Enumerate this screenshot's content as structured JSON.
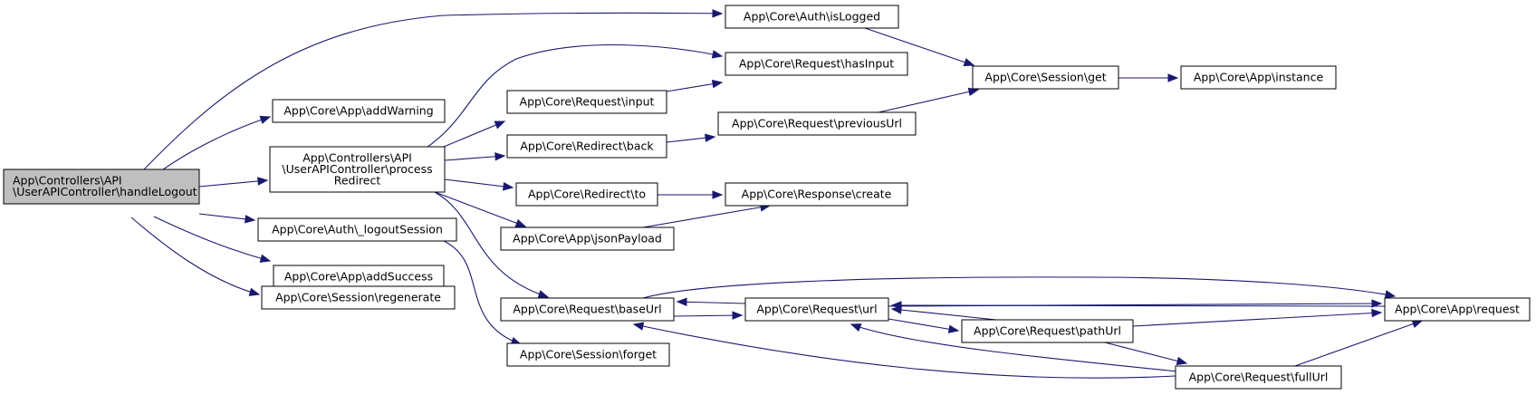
{
  "diagram": {
    "nodes": [
      {
        "id": "handleLogout",
        "lines": [
          "App\\Controllers\\API",
          "\\UserAPIController\\handleLogout"
        ],
        "root": true
      },
      {
        "id": "isLogged",
        "lines": [
          "App\\Core\\Auth\\isLogged"
        ]
      },
      {
        "id": "addWarning",
        "lines": [
          "App\\Core\\App\\addWarning"
        ]
      },
      {
        "id": "processRedirect",
        "lines": [
          "App\\Controllers\\API",
          "\\UserAPIController\\process",
          "Redirect"
        ]
      },
      {
        "id": "logoutSession",
        "lines": [
          "App\\Core\\Auth\\_logoutSession"
        ]
      },
      {
        "id": "addSuccess",
        "lines": [
          "App\\Core\\App\\addSuccess"
        ]
      },
      {
        "id": "regenerate",
        "lines": [
          "App\\Core\\Session\\regenerate"
        ]
      },
      {
        "id": "input",
        "lines": [
          "App\\Core\\Request\\input"
        ]
      },
      {
        "id": "hasInput",
        "lines": [
          "App\\Core\\Request\\hasInput"
        ]
      },
      {
        "id": "back",
        "lines": [
          "App\\Core\\Redirect\\back"
        ]
      },
      {
        "id": "to",
        "lines": [
          "App\\Core\\Redirect\\to"
        ]
      },
      {
        "id": "jsonPayload",
        "lines": [
          "App\\Core\\App\\jsonPayload"
        ]
      },
      {
        "id": "baseUrl",
        "lines": [
          "App\\Core\\Request\\baseUrl"
        ]
      },
      {
        "id": "forget",
        "lines": [
          "App\\Core\\Session\\forget"
        ]
      },
      {
        "id": "previousUrl",
        "lines": [
          "App\\Core\\Request\\previousUrl"
        ]
      },
      {
        "id": "create",
        "lines": [
          "App\\Core\\Response\\create"
        ]
      },
      {
        "id": "url",
        "lines": [
          "App\\Core\\Request\\url"
        ]
      },
      {
        "id": "pathUrl",
        "lines": [
          "App\\Core\\Request\\pathUrl"
        ]
      },
      {
        "id": "fullUrl",
        "lines": [
          "App\\Core\\Request\\fullUrl"
        ]
      },
      {
        "id": "sessionGet",
        "lines": [
          "App\\Core\\Session\\get"
        ]
      },
      {
        "id": "appInstance",
        "lines": [
          "App\\Core\\App\\instance"
        ]
      },
      {
        "id": "appRequest",
        "lines": [
          "App\\Core\\App\\request"
        ]
      }
    ],
    "edges": [
      {
        "from": "handleLogout",
        "to": "isLogged"
      },
      {
        "from": "handleLogout",
        "to": "addWarning"
      },
      {
        "from": "handleLogout",
        "to": "processRedirect"
      },
      {
        "from": "handleLogout",
        "to": "logoutSession"
      },
      {
        "from": "handleLogout",
        "to": "addSuccess"
      },
      {
        "from": "handleLogout",
        "to": "regenerate"
      },
      {
        "from": "processRedirect",
        "to": "hasInput"
      },
      {
        "from": "processRedirect",
        "to": "input"
      },
      {
        "from": "processRedirect",
        "to": "back"
      },
      {
        "from": "processRedirect",
        "to": "to"
      },
      {
        "from": "processRedirect",
        "to": "jsonPayload"
      },
      {
        "from": "processRedirect",
        "to": "baseUrl"
      },
      {
        "from": "logoutSession",
        "to": "forget"
      },
      {
        "from": "isLogged",
        "to": "sessionGet"
      },
      {
        "from": "input",
        "to": "hasInput"
      },
      {
        "from": "back",
        "to": "previousUrl"
      },
      {
        "from": "previousUrl",
        "to": "sessionGet"
      },
      {
        "from": "to",
        "to": "create"
      },
      {
        "from": "jsonPayload",
        "to": "create"
      },
      {
        "from": "sessionGet",
        "to": "appInstance"
      },
      {
        "from": "baseUrl",
        "to": "appRequest"
      },
      {
        "from": "baseUrl",
        "to": "url"
      },
      {
        "from": "url",
        "to": "baseUrl"
      },
      {
        "from": "url",
        "to": "appRequest"
      },
      {
        "from": "url",
        "to": "pathUrl"
      },
      {
        "from": "pathUrl",
        "to": "url"
      },
      {
        "from": "pathUrl",
        "to": "appRequest"
      },
      {
        "from": "pathUrl",
        "to": "fullUrl"
      },
      {
        "from": "appRequest",
        "to": "url"
      },
      {
        "from": "fullUrl",
        "to": "baseUrl"
      },
      {
        "from": "fullUrl",
        "to": "url"
      },
      {
        "from": "fullUrl",
        "to": "appRequest"
      }
    ]
  }
}
